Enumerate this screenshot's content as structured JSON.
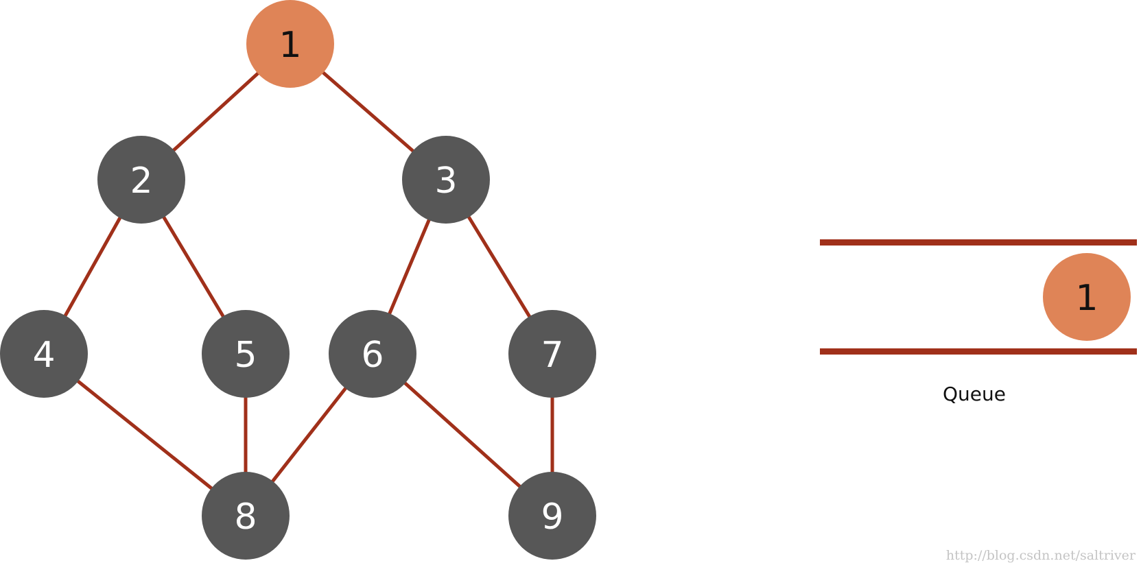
{
  "colors": {
    "background": "#ffffff",
    "edge": "#a0301a",
    "node_default": "#575757",
    "node_active": "#df8457",
    "label_on_default": "#ffffff",
    "label_on_active": "#111111",
    "queue_rail": "#a0301a"
  },
  "graph": {
    "nodes": [
      {
        "label": "1",
        "state": "active"
      },
      {
        "label": "2",
        "state": "default"
      },
      {
        "label": "3",
        "state": "default"
      },
      {
        "label": "4",
        "state": "default"
      },
      {
        "label": "5",
        "state": "default"
      },
      {
        "label": "6",
        "state": "default"
      },
      {
        "label": "7",
        "state": "default"
      },
      {
        "label": "8",
        "state": "default"
      },
      {
        "label": "9",
        "state": "default"
      }
    ],
    "edges": [
      [
        "1",
        "2"
      ],
      [
        "1",
        "3"
      ],
      [
        "2",
        "4"
      ],
      [
        "2",
        "5"
      ],
      [
        "3",
        "6"
      ],
      [
        "3",
        "7"
      ],
      [
        "4",
        "8"
      ],
      [
        "5",
        "8"
      ],
      [
        "6",
        "8"
      ],
      [
        "6",
        "9"
      ],
      [
        "7",
        "9"
      ]
    ]
  },
  "queue": {
    "caption": "Queue",
    "items": [
      "1"
    ]
  },
  "watermark": "http://blog.csdn.net/saltriver"
}
